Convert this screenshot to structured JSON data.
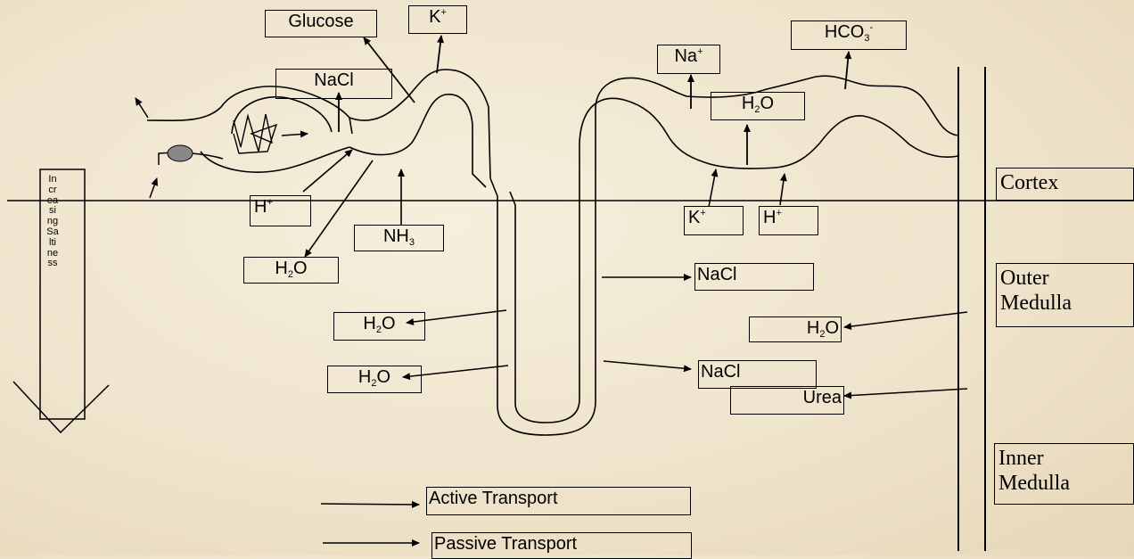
{
  "labels": {
    "glucose": "Glucose",
    "k_top_base": "K",
    "k_top_sup": "+",
    "nacl_top": "NaCl",
    "na_base": "Na",
    "na_sup": "+",
    "hco3_base": "HCO",
    "hco3_sub": "3",
    "hco3_sup": "-",
    "h2o_distal_a": "H",
    "h2o_distal_sub": "2",
    "h2o_distal_b": "O",
    "h_left_base": "H",
    "h_left_sup": "+",
    "nh3_base": "NH",
    "nh3_sub": "3",
    "h2o_left_a": "H",
    "h2o_left_sub": "2",
    "h2o_left_b": "O",
    "k_right_base": "K",
    "k_right_sup": "+",
    "h_right_base": "H",
    "h_right_sup": "+",
    "nacl_loop_upper": "NaCl",
    "h2o_desc_upper_a": "H",
    "h2o_desc_upper_sub": "2",
    "h2o_desc_upper_b": "O",
    "h2o_outer_a": "H",
    "h2o_outer_sub": "2",
    "h2o_outer_b": "O",
    "h2o_desc_lower_a": "H",
    "h2o_desc_lower_sub": "2",
    "h2o_desc_lower_b": "O",
    "nacl_loop_lower": "NaCl",
    "urea": "Urea"
  },
  "zones": {
    "cortex": "Cortex",
    "outer_1": "Outer",
    "outer_2": "Medulla",
    "inner_1": "Inner",
    "inner_2": "Medulla"
  },
  "gradient_label": "Increasing Saltiness",
  "legend": {
    "active": "Active Transport",
    "passive": "Passive Transport"
  }
}
